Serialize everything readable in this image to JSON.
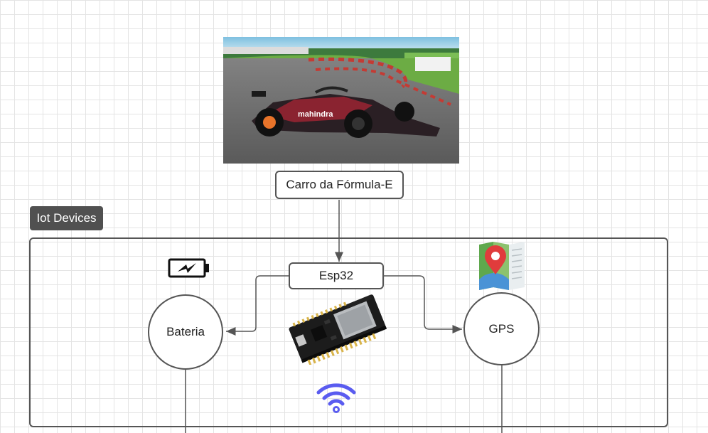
{
  "nodes": {
    "car": {
      "label": "Carro da Fórmula-E"
    },
    "group": {
      "label": "Iot Devices"
    },
    "esp": {
      "label": "Esp32"
    },
    "battery": {
      "label": "Bateria"
    },
    "gps": {
      "label": "GPS"
    }
  },
  "icons": {
    "battery": "battery-charging-icon",
    "map": "map-pin-icon",
    "wifi": "wifi-icon",
    "board": "esp32-board-image",
    "car_photo": "formula-e-car-photo"
  },
  "photo_text": {
    "car_brand": "mahindra"
  },
  "colors": {
    "stroke": "#555555",
    "group_label_bg": "#505050",
    "wifi": "#5a5cf0",
    "map_pin": "#e03c3c"
  }
}
